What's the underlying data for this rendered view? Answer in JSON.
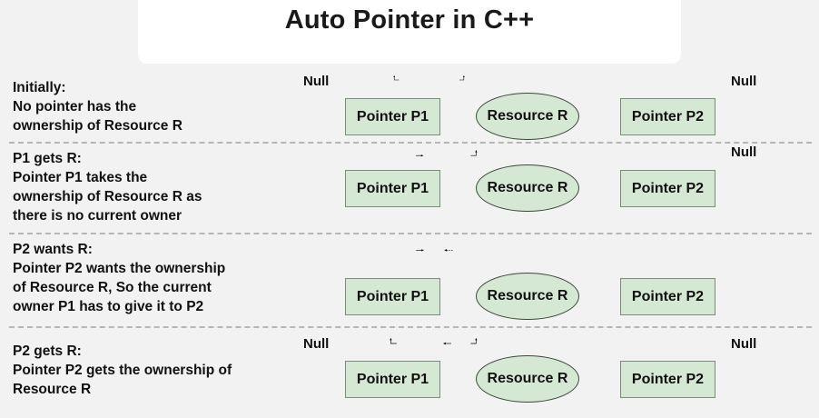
{
  "title": {
    "text": "Auto Pointer in C++"
  },
  "colors": {
    "background": "#f2f2f2",
    "title_panel": "#ffffff",
    "node_fill": "#d5e8d4",
    "node_border": "#7d8b7c",
    "ellipse_border": "#3c4a3b",
    "arrow": "#000000",
    "separator": "#b6b6b6",
    "text": "#111111"
  },
  "labels": {
    "pointer_p1": "Pointer P1",
    "pointer_p2": "Pointer P2",
    "resource_r": "Resource R",
    "null": "Null"
  },
  "rows": [
    {
      "id": "initially",
      "heading": "Initially:",
      "lines": [
        "No pointer has the",
        "ownership of Resource R"
      ],
      "p1_null": true,
      "p2_null": true,
      "p1_to_r": "none",
      "p2_to_r": "none"
    },
    {
      "id": "p1-gets-r",
      "heading": "P1 gets R:",
      "lines": [
        "Pointer P1 takes the",
        "ownership of Resource R as",
        "there is no current owner"
      ],
      "p1_null": false,
      "p2_null": true,
      "p1_to_r": "solid",
      "p2_to_r": "none"
    },
    {
      "id": "p2-wants-r",
      "heading": "P2 wants R:",
      "lines": [
        "Pointer P2 wants the ownership",
        "of Resource R, So the current",
        "owner P1 has to give it to P2"
      ],
      "p1_null": false,
      "p2_null": false,
      "p1_to_r": "solid",
      "p2_to_r": "dashed"
    },
    {
      "id": "p2-gets-r",
      "heading": "P2 gets R:",
      "lines": [
        "Pointer P2 gets the ownership of",
        "Resource R"
      ],
      "p1_null": true,
      "p2_null": false,
      "p1_to_r": "none",
      "p2_to_r": "solid"
    }
  ]
}
